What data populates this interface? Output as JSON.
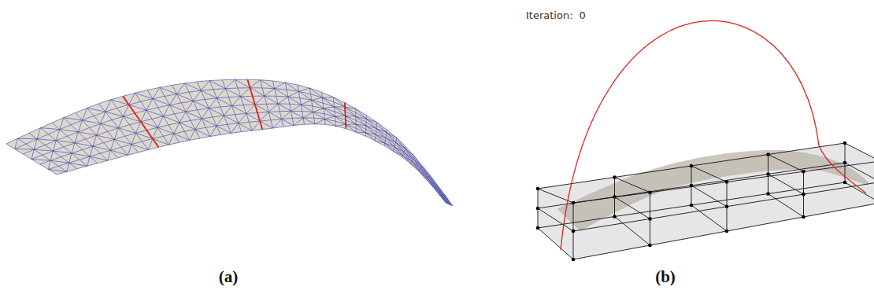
{
  "diagram": {
    "labels": [
      "(a)",
      "(b)",
      "Iteration:",
      "0"
    ]
  }
}
